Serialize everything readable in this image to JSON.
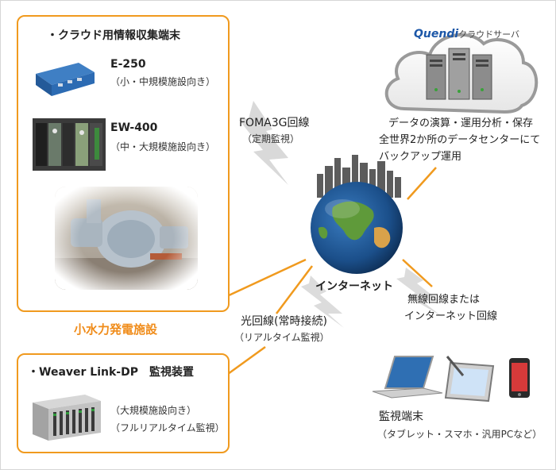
{
  "left_box": {
    "title": "・クラウド用情報収集端末",
    "devices": [
      {
        "name": "E-250",
        "note": "（小・中規模施設向き）",
        "icon": "gateway-device-icon"
      },
      {
        "name": "EW-400",
        "note": "（中・大規模施設向き）",
        "icon": "controller-rack-icon"
      }
    ],
    "photo_icon": "hydro-turbine-photo"
  },
  "facility_caption": "小水力発電施設",
  "monitor_box": {
    "title": "・Weaver Link-DP　監視装置",
    "notes": [
      "（大規模施設向き）",
      "（フルリアルタイム監視）"
    ],
    "icon": "monitor-unit-icon"
  },
  "foma": {
    "title": "FOMA3G回線",
    "note": "（定期監視）"
  },
  "fiber": {
    "title": "光回線(常時接続)",
    "note": "（リアルタイム監視）"
  },
  "cloud": {
    "brand": "Quendi",
    "label": "クラウドサーバ",
    "lines": [
      "データの演算・運用分析・保存",
      "全世界2か所のデータセンターにて",
      "バックアップ運用"
    ]
  },
  "internet_label": "インターネット",
  "wireless": {
    "lines": [
      "無線回線または",
      "インターネット回線"
    ]
  },
  "terminal": {
    "title": "監視端末",
    "note": "（タブレット・スマホ・汎用PCなど）"
  },
  "colors": {
    "accent_orange": "#f09a1e",
    "brand_blue": "#1c57a8",
    "globe_blue": "#1b4f8a",
    "land_green": "#5f9a3a"
  }
}
